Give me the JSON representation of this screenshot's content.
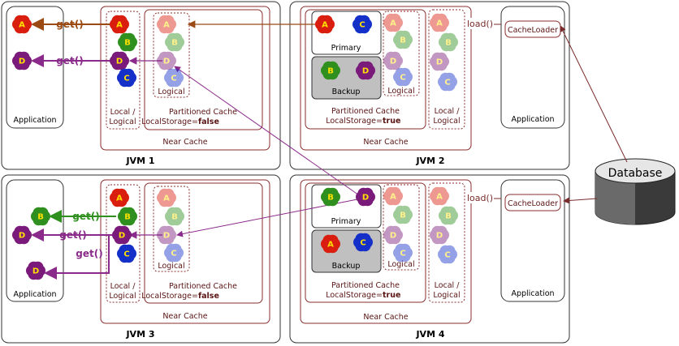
{
  "jvms": [
    {
      "title": "JVM 1",
      "app_label": "Application",
      "near_cache_label": "Near Cache",
      "local_label_1": "Local /",
      "local_label_2": "Logical",
      "partitioned_label_1": "Partitioned Cache",
      "partitioned_label_2": "LocalStorage=",
      "partitioned_flag": "false",
      "logical_label": "Logical"
    },
    {
      "title": "JVM 2",
      "app_label": "Application",
      "near_cache_label": "Near Cache",
      "local_label_1": "Local /",
      "local_label_2": "Logical",
      "partitioned_label_1": "Partitioned Cache",
      "partitioned_label_2": "LocalStorage=",
      "partitioned_flag": "true",
      "primary_label": "Primary",
      "backup_label": "Backup",
      "logical_label": "Logical",
      "loader_label": "CacheLoader",
      "load_label": "load()"
    },
    {
      "title": "JVM 3",
      "app_label": "Application",
      "near_cache_label": "Near Cache",
      "local_label_1": "Local /",
      "local_label_2": "Logical",
      "partitioned_label_1": "Partitioned Cache",
      "partitioned_label_2": "LocalStorage=",
      "partitioned_flag": "false",
      "logical_label": "Logical"
    },
    {
      "title": "JVM 4",
      "app_label": "Application",
      "near_cache_label": "Near Cache",
      "local_label_1": "Local /",
      "local_label_2": "Logical",
      "partitioned_label_1": "Partitioned Cache",
      "partitioned_label_2": "LocalStorage=",
      "partitioned_flag": "true",
      "primary_label": "Primary",
      "backup_label": "Backup",
      "logical_label": "Logical",
      "loader_label": "CacheLoader",
      "load_label": "load()"
    }
  ],
  "database_label": "Database",
  "get_label": "get()",
  "letters": {
    "a": "A",
    "b": "B",
    "c": "C",
    "d": "D"
  },
  "colors": {
    "a_red": "#d91e0f",
    "b_green": "#2f8f1f",
    "c_blue": "#1530c8",
    "d_purple": "#7a1a7a",
    "arrow_brown": "#9a4a12",
    "arrow_purple": "#8a2a8a",
    "arrow_green": "#2f8f1f",
    "box_border": "#8b2d2d",
    "backup_fill": "#c0c0c0"
  }
}
